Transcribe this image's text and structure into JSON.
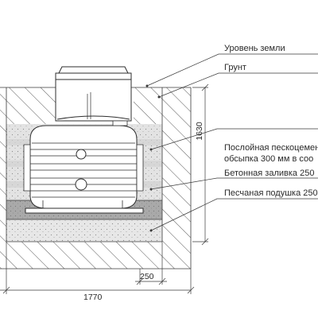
{
  "callouts": {
    "ground_level": "Уровень земли",
    "soil": "Грунт",
    "backfill_line1": "Послойная пескоцемен",
    "backfill_line2": "обсыпка 300 мм в соо",
    "concrete": "Бетонная заливка 250",
    "sand_cushion": "Песчаная подушка 250"
  },
  "dimensions": {
    "height": "1630",
    "layer_thickness": "250",
    "width": "1770"
  },
  "colors": {
    "line": "#3a3a3a",
    "soil_hatch": "#5a5a5a",
    "backfill": "#e3e3e3",
    "backfill_dark": "#cfcfcf",
    "concrete": "#a9a9a9",
    "sand": "#e7e7e7",
    "tank": "#ffffff"
  }
}
